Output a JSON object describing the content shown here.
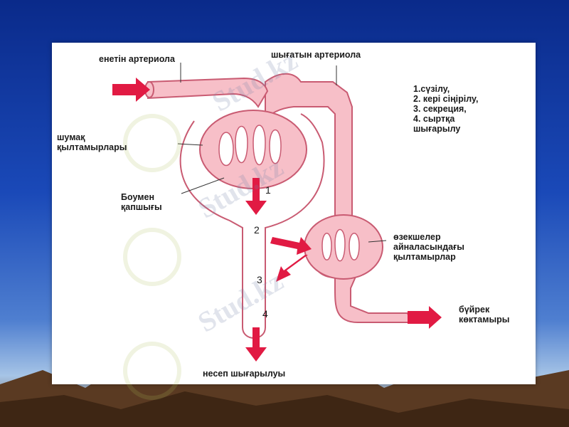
{
  "labels": {
    "afferent": "енетін артериола",
    "efferent": "шығатын артериола",
    "glomerulus_line1": "шумақ",
    "glomerulus_line2": "қылтамырлары",
    "bowman_line1": "Боумен",
    "bowman_line2": "қапшығы",
    "peritubular_line1": "өзекшелер",
    "peritubular_line2": "айналасындағы",
    "peritubular_line3": "қылтамырлар",
    "renal_vein_line1": "бүйрек",
    "renal_vein_line2": "көктамыры",
    "urine": "несеп шығарылуы"
  },
  "steps": [
    "1.сүзілу,",
    "2. кері сіңірілу,",
    "3. секреция,",
    "4. сыртқа",
    "шығарылу"
  ],
  "numbers": [
    "1",
    "2",
    "3",
    "4"
  ],
  "watermark": "Stud.kz",
  "colors": {
    "vessel": "#f7bfc8",
    "vessel_stroke": "#c95b72",
    "arrow": "#e11a43",
    "tubule": "#ffffff"
  }
}
